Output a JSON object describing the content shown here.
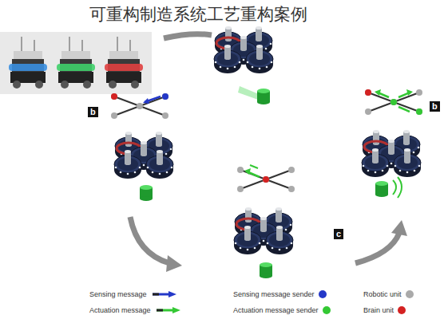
{
  "diagram": {
    "title": "可重构制造系统工艺重构案例",
    "labels": [
      "b",
      "c",
      "b"
    ],
    "legend": [
      {
        "text": "Sensing message"
      },
      {
        "text": "Actuation message"
      },
      {
        "text": "Sensing message sender",
        "color": "#2438c8"
      },
      {
        "text": "Actuation message sender",
        "color": "#34c834"
      },
      {
        "text": "Robotic unit",
        "color": "#aaaaaa"
      },
      {
        "text": "Brain unit",
        "color": "#d42222"
      }
    ]
  }
}
